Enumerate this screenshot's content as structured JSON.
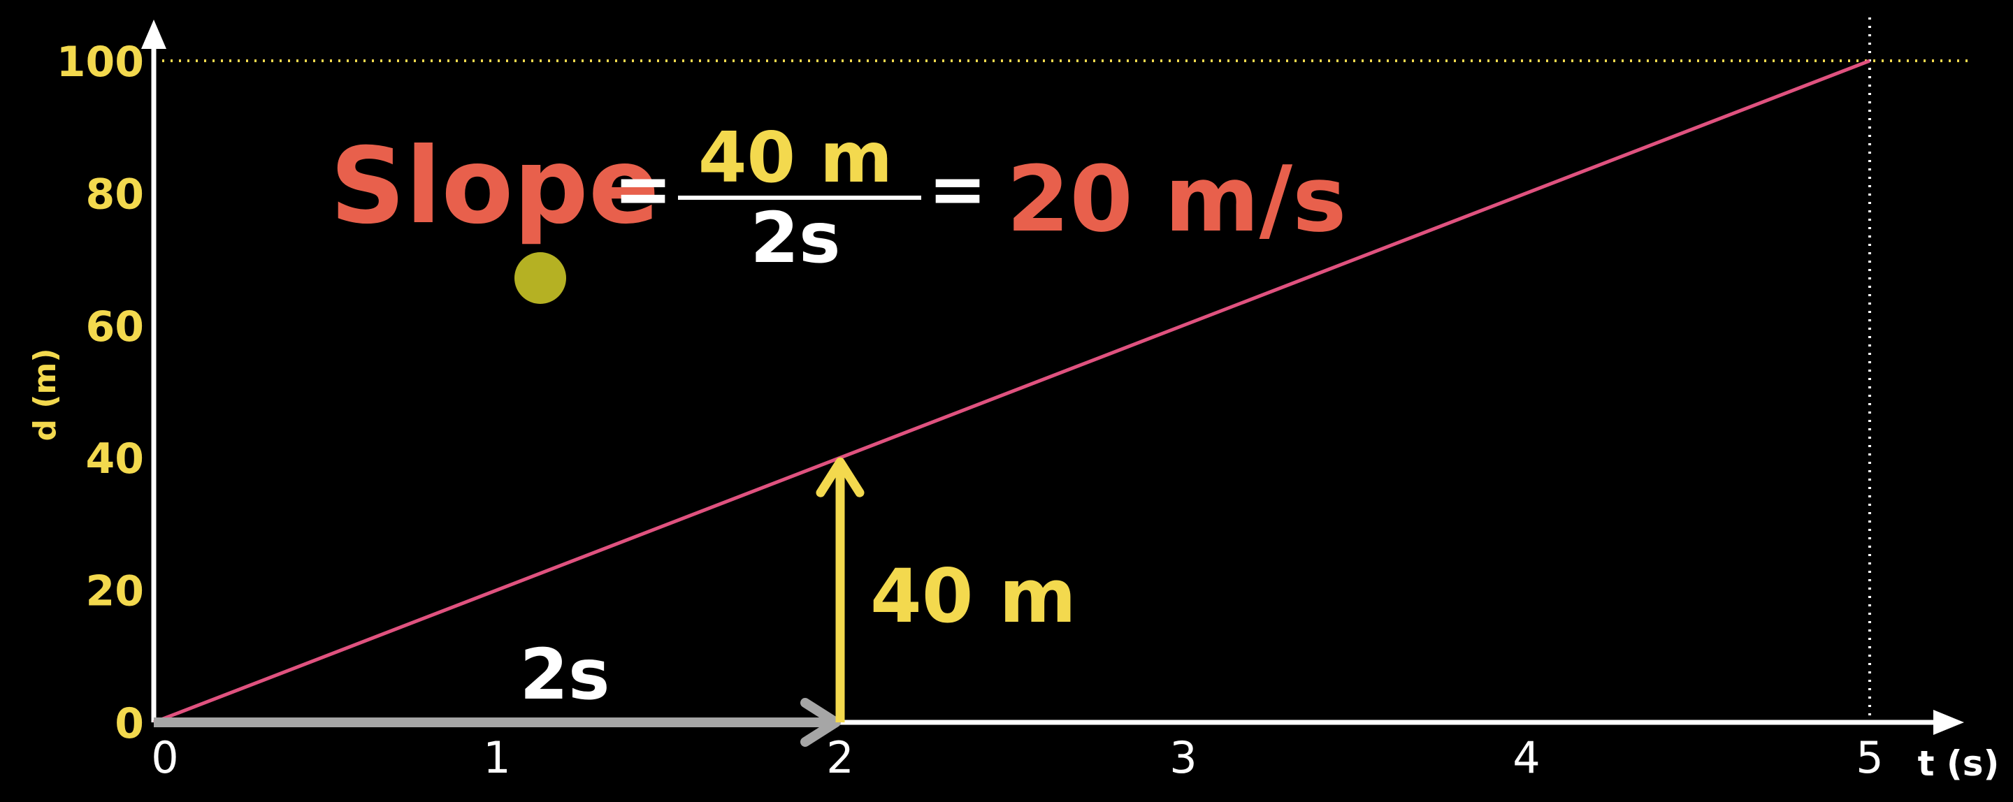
{
  "chart_data": {
    "type": "line",
    "xlabel": "t (s)",
    "ylabel": "d (m)",
    "xlim": [
      0,
      5.3
    ],
    "ylim": [
      0,
      100
    ],
    "x_ticks": [
      "0",
      "1",
      "2",
      "3",
      "4",
      "5"
    ],
    "y_ticks": [
      "0",
      "20",
      "40",
      "60",
      "80",
      "100"
    ],
    "series": [
      {
        "x": [
          0,
          5
        ],
        "y": [
          0,
          100
        ]
      }
    ],
    "reference_lines": {
      "horizontal_y": 100,
      "vertical_x": 5
    },
    "run": {
      "from_x": 0,
      "to_x": 2,
      "y": 0,
      "label": "2s"
    },
    "rise": {
      "x": 2,
      "from_y": 0,
      "to_y": 40,
      "label": "40 m"
    },
    "annotation": {
      "word": "Slope",
      "eq1": "=",
      "numerator": "40 m",
      "denominator": "2s",
      "eq2": "=",
      "result": "20 m/s"
    },
    "grid": false
  },
  "colors": {
    "background": "#000000",
    "axes": "#ffffff",
    "line": "#e0527f",
    "y_ticks": "#f3d94e",
    "rise_arrow": "#f3d94e",
    "run_arrow": "#a6a6a6",
    "slope_text": "#e8604c",
    "cursor_dot": "#c9c427"
  }
}
